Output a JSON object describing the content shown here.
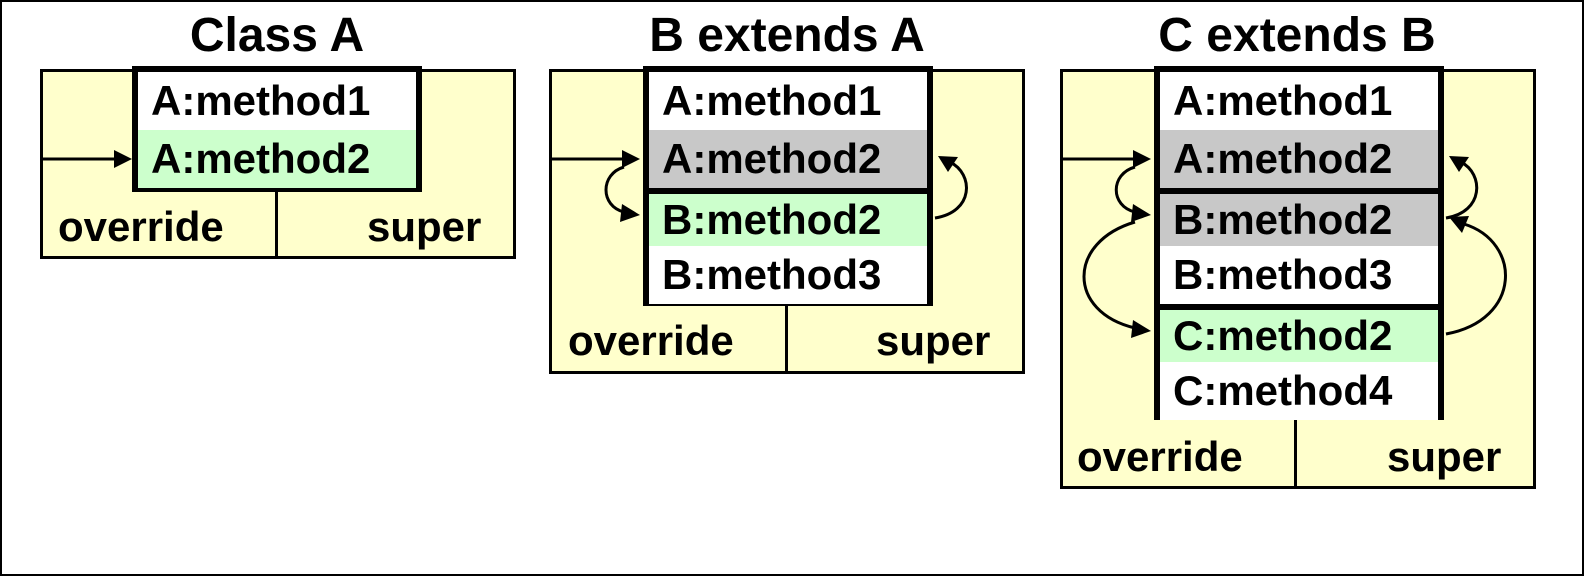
{
  "colors": {
    "panel": "#ffffcc",
    "current": "#ccffcc",
    "overridden": "#c8c8c8",
    "normal": "#ffffff",
    "line": "#000000"
  },
  "diagrams": [
    {
      "title": "Class A",
      "methods": [
        {
          "label": "A:method1",
          "state": "normal"
        },
        {
          "label": "A:method2",
          "state": "current"
        }
      ],
      "override_label": "override",
      "super_label": "super"
    },
    {
      "title": "B extends A",
      "methods": [
        {
          "label": "A:method1",
          "state": "normal"
        },
        {
          "label": "A:method2",
          "state": "overridden"
        },
        {
          "label": "B:method2",
          "state": "current"
        },
        {
          "label": "B:method3",
          "state": "normal"
        }
      ],
      "override_label": "override",
      "super_label": "super"
    },
    {
      "title": "C extends B",
      "methods": [
        {
          "label": "A:method1",
          "state": "normal"
        },
        {
          "label": "A:method2",
          "state": "overridden"
        },
        {
          "label": "B:method2",
          "state": "overridden"
        },
        {
          "label": "B:method3",
          "state": "normal"
        },
        {
          "label": "C:method2",
          "state": "current"
        },
        {
          "label": "C:method4",
          "state": "normal"
        }
      ],
      "override_label": "override",
      "super_label": "super"
    }
  ]
}
